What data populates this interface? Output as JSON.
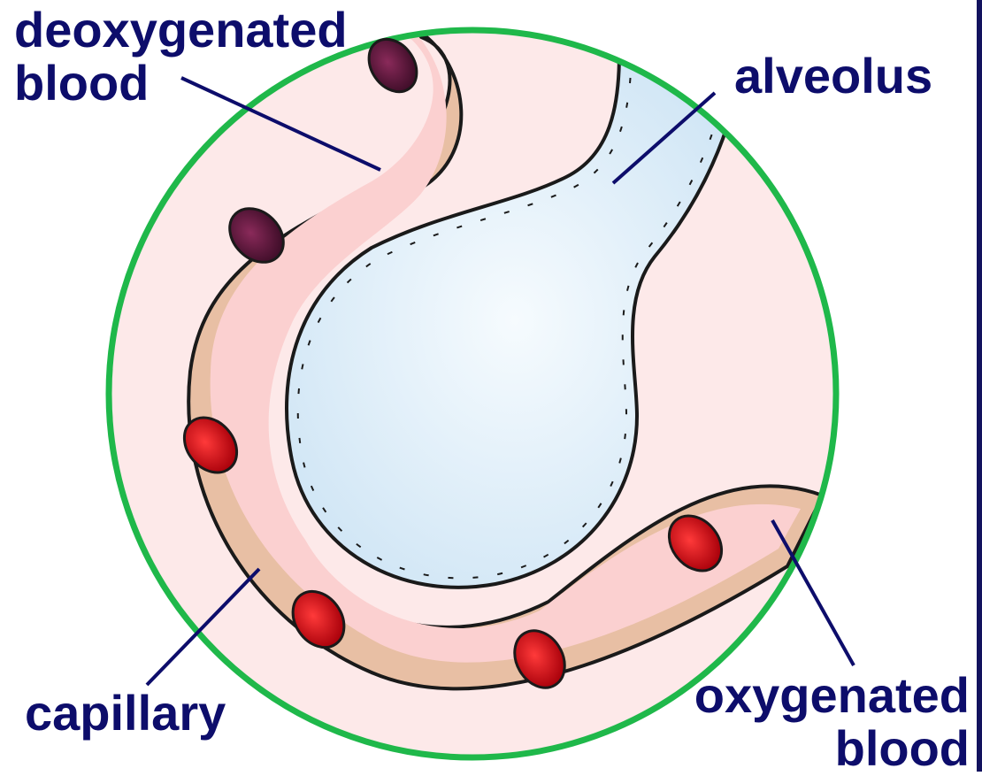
{
  "colors": {
    "label_text": "#0d0d6b",
    "leader_line": "#0d0d6b",
    "circle_outline": "#1fb84a",
    "background_tissue": "#fde9e9",
    "alveolus_air": "#dcedf8",
    "capillary_wall": "#e8bfa4",
    "blood_plasma": "#fbd0d0",
    "oxygenated_cell": "#d10a14",
    "deoxygenated_cell": "#5a1738",
    "frame_border": "#12125e"
  },
  "labels": {
    "deoxygenated": [
      "deoxygenated",
      "blood"
    ],
    "alveolus": "alveolus",
    "capillary": "capillary",
    "oxygenated": [
      "oxygenated",
      "blood"
    ]
  },
  "cells": {
    "deoxygenated_count": 2,
    "oxygenated_count": 4
  }
}
